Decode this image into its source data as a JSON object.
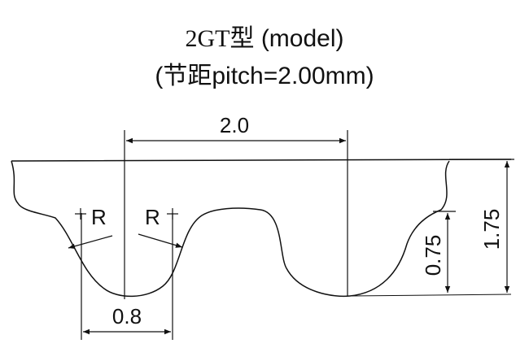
{
  "title": {
    "model_code": "2GT",
    "model_suffix": "型 (model)",
    "pitch_line": "(节距pitch=2.00mm)"
  },
  "dimensions": {
    "pitch": "2.0",
    "tooth_width": "0.8",
    "tooth_depth": "0.75",
    "belt_height": "1.75",
    "radius_left": "R",
    "radius_right": "R"
  },
  "colors": {
    "line": "#111111",
    "background": "#ffffff"
  }
}
